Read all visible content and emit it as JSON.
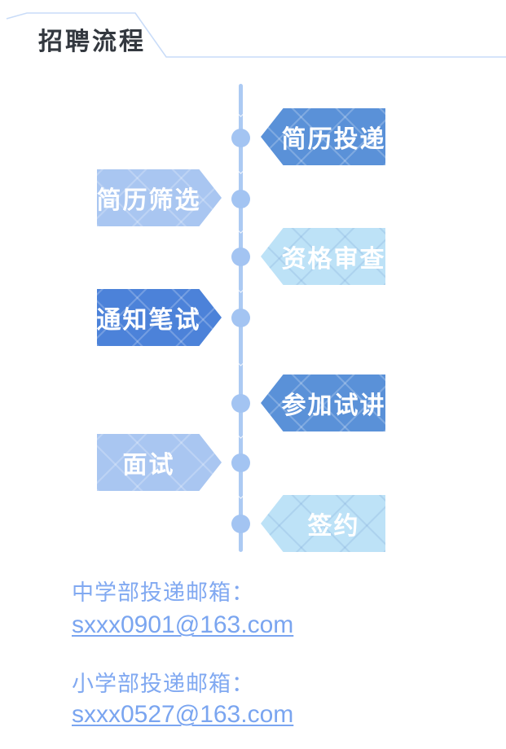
{
  "header": {
    "title": "招聘流程",
    "title_color": "#33383f",
    "line_color": "#c9dcf8"
  },
  "timeline": {
    "line_color": "#accaf3",
    "dot_color": "#a3c4f2",
    "steps": [
      {
        "label": "简历投递",
        "side": "right",
        "color": "#5a91d8"
      },
      {
        "label": "简历筛选",
        "side": "left",
        "color": "#a9c6f1"
      },
      {
        "label": "资格审查",
        "side": "right",
        "color": "#bde2f7"
      },
      {
        "label": "通知笔试",
        "side": "left",
        "color": "#4c82d9"
      },
      {
        "label": "参加试讲",
        "side": "right",
        "color": "#5a91d8"
      },
      {
        "label": "面试",
        "side": "left",
        "color": "#a9c6f1"
      },
      {
        "label": "签约",
        "side": "right",
        "color": "#bde2f7"
      }
    ]
  },
  "contacts": [
    {
      "label": "中学部投递邮箱：",
      "email": "sxxx0901@163.com"
    },
    {
      "label": "小学部投递邮箱：",
      "email": "sxxx0527@163.com"
    }
  ],
  "contact_text_color": "#7fa8f1"
}
